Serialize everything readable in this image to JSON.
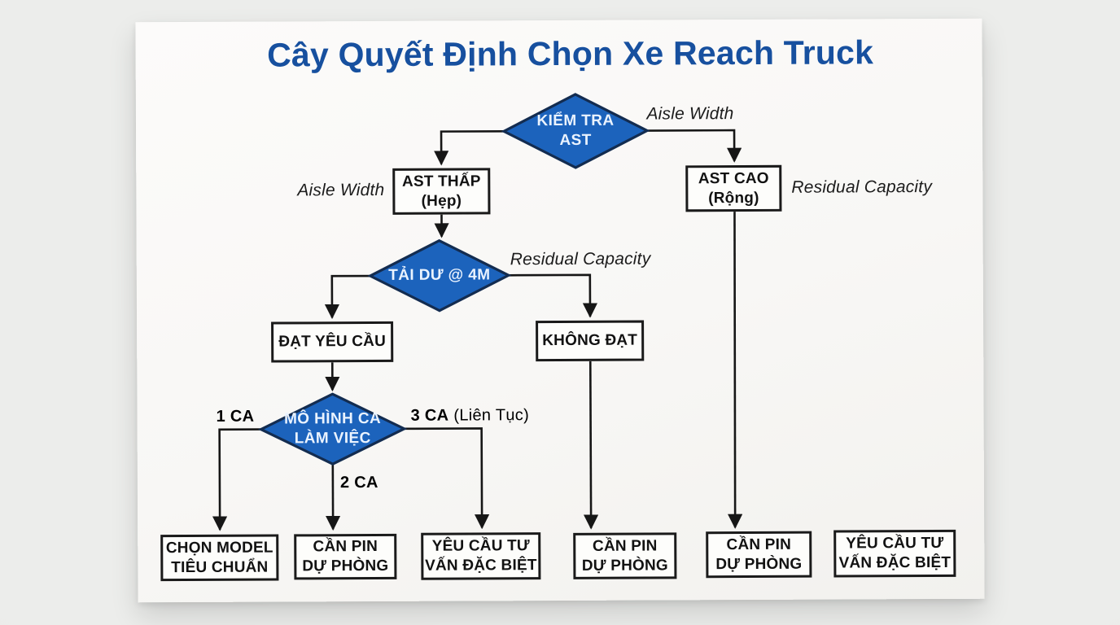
{
  "title": "Cây Quyết Định Chọn Xe Reach Truck",
  "colors": {
    "title_blue": "#17509f",
    "diamond_fill": "#1c63bc",
    "diamond_border": "#132c50",
    "diamond_text": "#eaf3ff",
    "line": "#161616",
    "box_border": "#1a1a1a",
    "box_text": "#121212",
    "label_text": "#1c1c1c"
  },
  "nodes": {
    "kiem_tra_ast": {
      "line1": "KIỂM TRA",
      "line2": "AST"
    },
    "ast_thap": {
      "line1": "AST THẤP",
      "line2": "(Hẹp)"
    },
    "ast_cao": {
      "line1": "AST CAO",
      "line2": "(Rộng)"
    },
    "tai_du_4m": {
      "line1": "TẢI DƯ @ 4M"
    },
    "dat_yeu_cau": {
      "line1": "ĐẠT YÊU CẦU"
    },
    "khong_dat": {
      "line1": "KHÔNG ĐẠT"
    },
    "mo_hinh_ca": {
      "line1": "MÔ HÌNH CA",
      "line2": "LÀM VIỆC"
    },
    "chon_model": {
      "line1": "CHỌN MODEL",
      "line2": "TIÊU CHUẨN"
    },
    "can_pin_1": {
      "line1": "CẦN PIN",
      "line2": "DỰ PHÒNG"
    },
    "tu_van_1": {
      "line1": "YÊU CẦU TƯ",
      "line2": "VẤN ĐẶC BIỆT"
    },
    "can_pin_2": {
      "line1": "CẦN PIN",
      "line2": "DỰ PHÒNG"
    },
    "can_pin_3": {
      "line1": "CẦN PIN",
      "line2": "DỰ PHÒNG"
    },
    "tu_van_2": {
      "line1": "YÊU CẦU TƯ",
      "line2": "VẤN ĐẶC BIỆT"
    }
  },
  "labels": {
    "aisle_width": "Aisle Width",
    "residual_capacity": "Residual Capacity",
    "shift_1": "1 CA",
    "shift_2": "2 CA",
    "shift_3": "3 CA",
    "shift_3_suffix": "(Liên Tục)"
  }
}
